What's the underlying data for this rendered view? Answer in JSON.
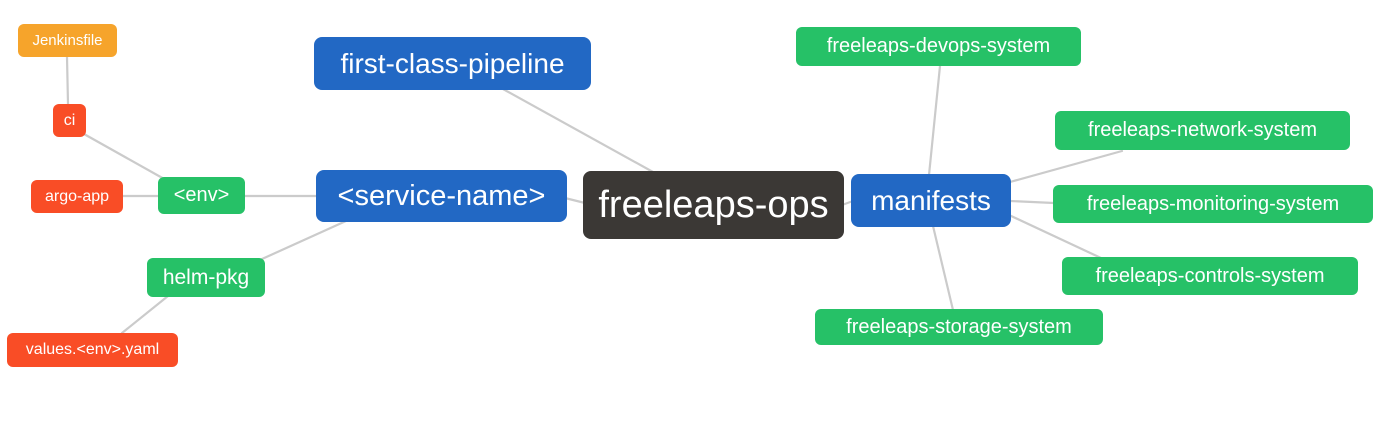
{
  "diagram": {
    "type": "mindmap",
    "colors": {
      "blue": "#2268c4",
      "green": "#26c167",
      "red": "#f94d26",
      "orange": "#f6a42b",
      "dark": "#3b3835",
      "edge": "#cbcbcb",
      "background": "#ffffff",
      "text": "#ffffff"
    },
    "nodes": [
      {
        "id": "jenkinsfile",
        "label": "Jenkinsfile",
        "color": "orange"
      },
      {
        "id": "ci",
        "label": "ci",
        "color": "red"
      },
      {
        "id": "argo-app",
        "label": "argo-app",
        "color": "red"
      },
      {
        "id": "env",
        "label": "<env>",
        "color": "green"
      },
      {
        "id": "helm-pkg",
        "label": "helm-pkg",
        "color": "green"
      },
      {
        "id": "values-env-yaml",
        "label": "values.<env>.yaml",
        "color": "red"
      },
      {
        "id": "first-class-pipeline",
        "label": "first-class-pipeline",
        "color": "blue"
      },
      {
        "id": "service-name",
        "label": "<service-name>",
        "color": "blue"
      },
      {
        "id": "freeleaps-ops",
        "label": "freeleaps-ops",
        "color": "dark"
      },
      {
        "id": "manifests",
        "label": "manifests",
        "color": "blue"
      },
      {
        "id": "devops-system",
        "label": "freeleaps-devops-system",
        "color": "green"
      },
      {
        "id": "network-system",
        "label": "freeleaps-network-system",
        "color": "green"
      },
      {
        "id": "monitoring-system",
        "label": "freeleaps-monitoring-system",
        "color": "green"
      },
      {
        "id": "controls-system",
        "label": "freeleaps-controls-system",
        "color": "green"
      },
      {
        "id": "storage-system",
        "label": "freeleaps-storage-system",
        "color": "green"
      }
    ],
    "edges": [
      {
        "from": "jenkinsfile",
        "to": "ci"
      },
      {
        "from": "ci",
        "to": "env"
      },
      {
        "from": "argo-app",
        "to": "env"
      },
      {
        "from": "env",
        "to": "service-name"
      },
      {
        "from": "helm-pkg",
        "to": "service-name"
      },
      {
        "from": "values-env-yaml",
        "to": "helm-pkg"
      },
      {
        "from": "service-name",
        "to": "freeleaps-ops"
      },
      {
        "from": "first-class-pipeline",
        "to": "freeleaps-ops"
      },
      {
        "from": "freeleaps-ops",
        "to": "manifests"
      },
      {
        "from": "manifests",
        "to": "devops-system"
      },
      {
        "from": "manifests",
        "to": "network-system"
      },
      {
        "from": "manifests",
        "to": "monitoring-system"
      },
      {
        "from": "manifests",
        "to": "controls-system"
      },
      {
        "from": "manifests",
        "to": "storage-system"
      }
    ]
  }
}
